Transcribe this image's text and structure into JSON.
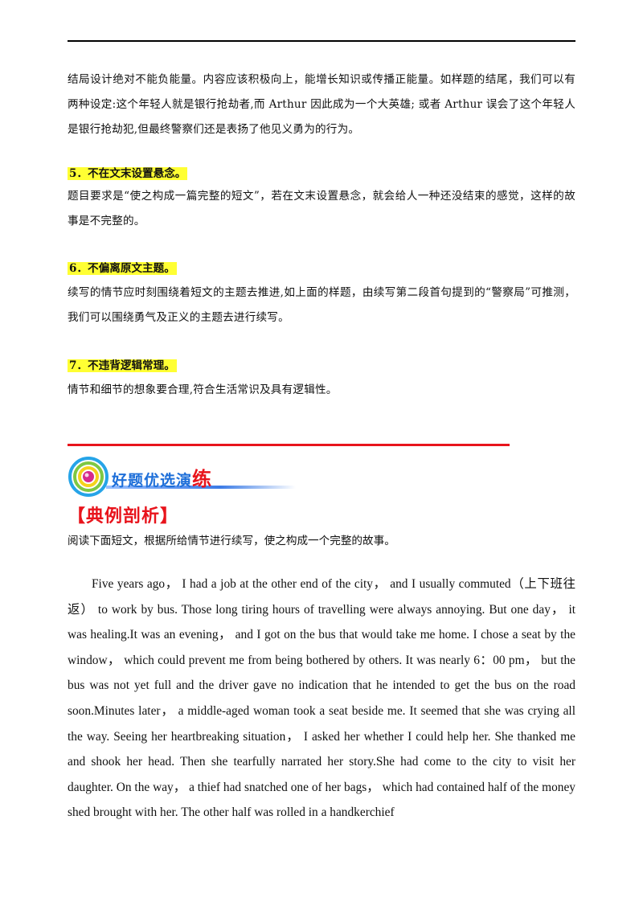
{
  "continuation_paragraph": "结局设计绝对不能负能量。内容应该积极向上，能增长知识或传播正能量。如样题的结尾，我们可以有两种设定:这个年轻人就是银行抢劫者,而 Arthur 因此成为一个大英雄; 或者 Arthur 误会了这个年轻人是银行抢劫犯,但最终警察们还是表扬了他见义勇为的行为。",
  "tips": [
    {
      "heading": "5．不在文末设置悬念。",
      "body": "题目要求是“使之构成一篇完整的短文”，若在文末设置悬念，就会给人一种还没结束的感觉，这样的故事是不完整的。"
    },
    {
      "heading": "6．不偏离原文主题。",
      "body": "续写的情节应时刻围绕着短文的主题去推进,如上面的样题，由续写第二段首句提到的“警察局”可推测，我们可以围绕勇气及正义的主题去进行续写。"
    },
    {
      "heading": "7．不违背逻辑常理。",
      "body": "情节和细节的想象要合理,符合生活常识及具有逻辑性。"
    }
  ],
  "section_banner": {
    "title_main": "好题优选演",
    "title_last": "练"
  },
  "example_title": "【典例剖析】",
  "instruction": "阅读下面短文，根据所给情节进行续写，使之构成一个完整的故事。",
  "story_text": "Five years ago， I had a job at the other end of the city， and I usually commuted（上下班往返） to work by bus. Those long tiring hours of travelling were always annoying. But one day， it was healing.It was an evening， and I got on the bus that would take me home. I chose a seat by the window， which could prevent me from being bothered by others. It was nearly 6：00 pm， but the bus was not yet full and the driver gave no indication that he intended to get the bus on the road soon.Minutes later， a middle-aged woman took a seat beside me. It seemed that she was crying all the way. Seeing her heartbreaking situation， I asked her whether I could help her. She thanked me and shook her head. Then she tearfully narrated her story.She had come to the city to visit her daughter. On the way， a thief had snatched one of her bags， which had contained half of the money shed brought with her. The other half was rolled in a handkerchief",
  "colors": {
    "highlight": "#ffff33",
    "accent_red": "#e8141c",
    "accent_blue": "#1e6fd9"
  }
}
